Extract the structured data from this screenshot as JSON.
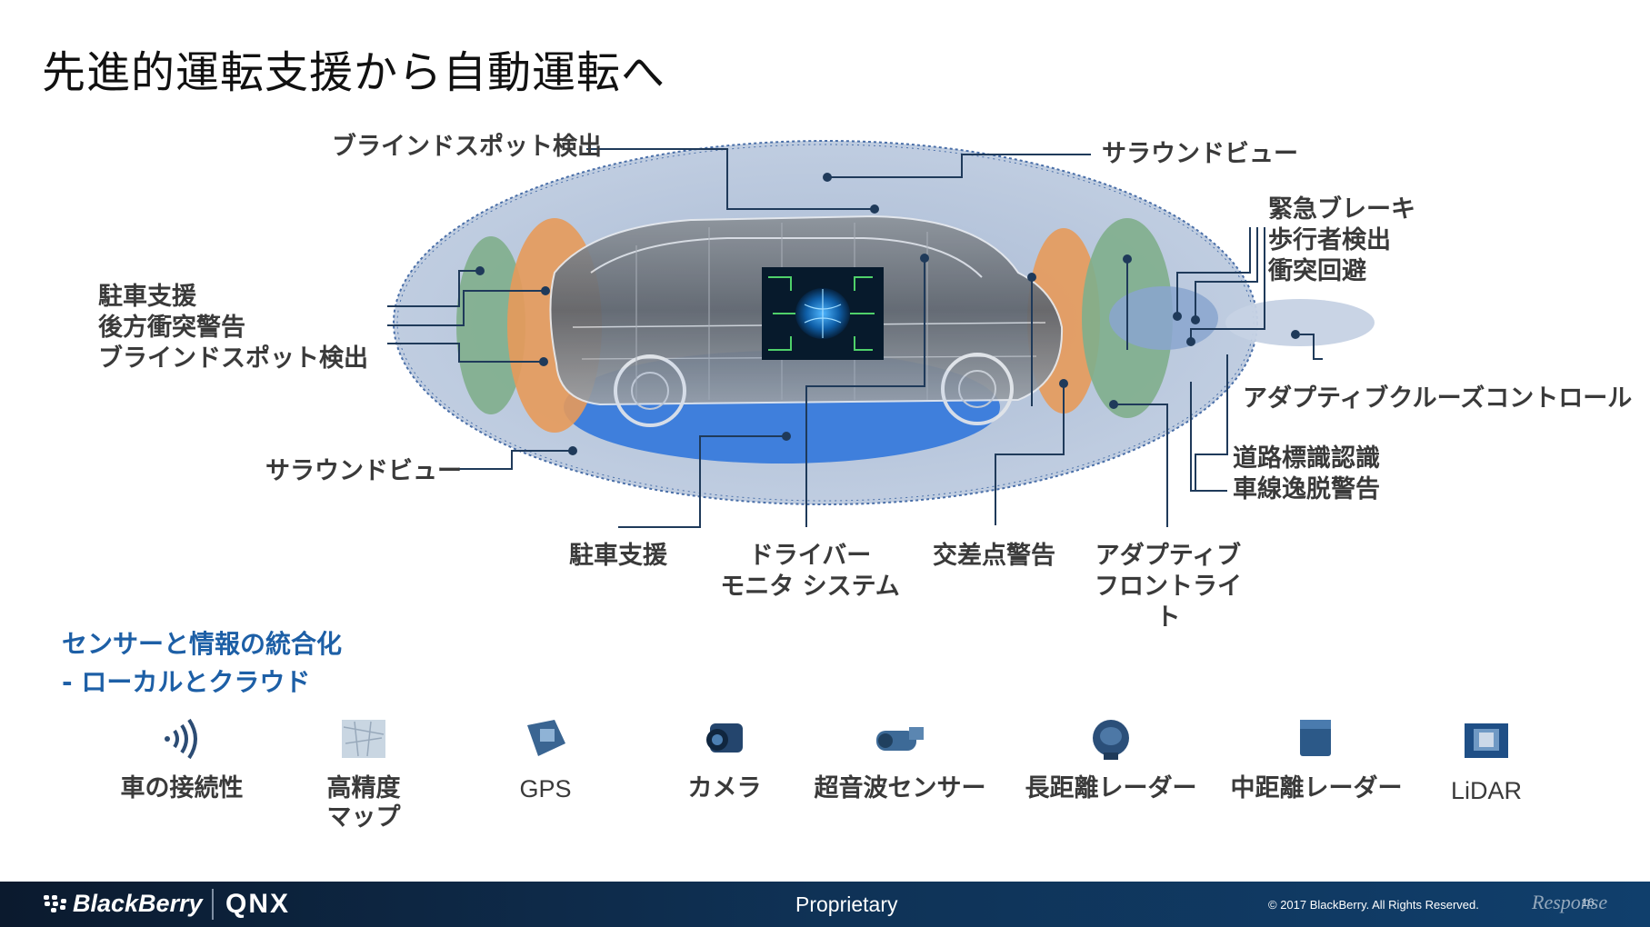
{
  "title": "先進的運転支援から自動運転へ",
  "colors": {
    "outer_ellipse": "#b7c6dc",
    "green_zone": "#7fae8c",
    "orange_zone": "#e79a5a",
    "blue_base": "#3f7fdc",
    "leader_line": "#1f3a5a",
    "accent_text": "#1d5fa6"
  },
  "labels": {
    "blind_spot_top": "ブラインドスポット検出",
    "surround_top": "サラウンドビュー",
    "emergency": "緊急ブレーキ\n歩行者検出\n衝突回避",
    "rear_group": "駐車支援\n後方衝突警告\nブラインドスポット検出",
    "acc": "アダプティブクルーズコントロール",
    "surround_left": "サラウンドビュー",
    "road_sign": "道路標識認識\n車線逸脱警告",
    "parking_bottom": "駐車支援",
    "driver_monitor": "ドライバー\nモニタ システム",
    "cross_traffic": "交差点警告",
    "adaptive_light": "アダプティブ\nフロントライト"
  },
  "sensors_section": {
    "heading": "センサーと情報の統合化\n- ローカルとクラウド",
    "items": [
      {
        "label": "車の接続性",
        "icon": "connectivity-icon"
      },
      {
        "label": "高精度\nマップ",
        "icon": "hd-map-icon"
      },
      {
        "label": "GPS",
        "icon": "gps-icon"
      },
      {
        "label": "カメラ",
        "icon": "camera-icon"
      },
      {
        "label": "超音波センサー",
        "icon": "ultrasonic-sensor-icon"
      },
      {
        "label": "長距離レーダー",
        "icon": "long-range-radar-icon"
      },
      {
        "label": "中距離レーダー",
        "icon": "mid-range-radar-icon"
      },
      {
        "label": "LiDAR",
        "icon": "lidar-icon"
      }
    ]
  },
  "footer": {
    "brand": "BlackBerry",
    "product": "QNX",
    "classification": "Proprietary",
    "copyright": "© 2017 BlackBerry. All Rights Reserved.",
    "page": "16",
    "watermark": "Response"
  }
}
